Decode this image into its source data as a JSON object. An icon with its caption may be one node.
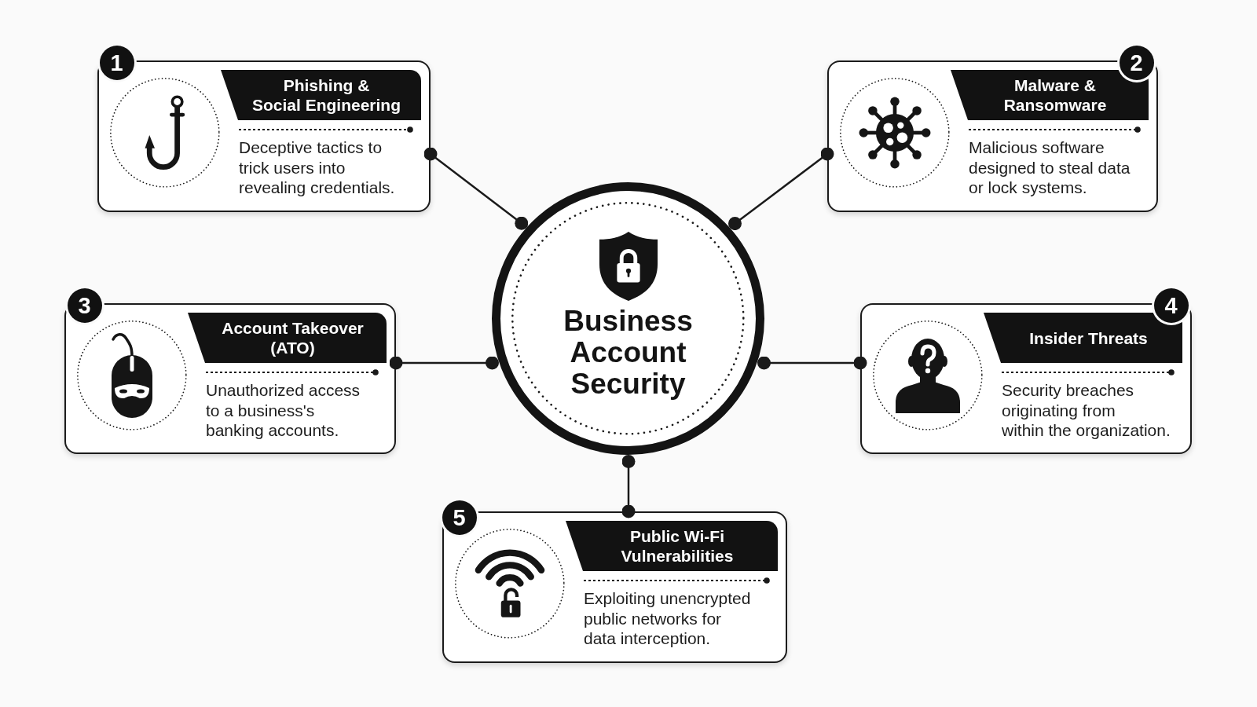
{
  "diagram": {
    "nodes": [
      {
        "text": [
          "Business Account Security"
        ]
      },
      {
        "text": [
          "1",
          "Phishing & Social Engineering",
          "Deceptive tactics to trick users into revealing credentials."
        ]
      },
      {
        "text": [
          "2",
          "Malware & Ransomware",
          "Malicious software designed to steal data or lock systems."
        ]
      },
      {
        "text": [
          "3",
          "Account Takeover (ATO)",
          "Unauthorized access to a business's banking accounts."
        ]
      },
      {
        "text": [
          "4",
          "Insider Threats",
          "Security breaches originating from within the organization."
        ]
      },
      {
        "text": [
          "5",
          "Public Wi-Fi Vulnerabilities",
          "Exploiting unencrypted public networks for data interception."
        ]
      }
    ],
    "edges": [
      {
        "from": 0,
        "to": 1,
        "arrow": "other"
      },
      {
        "from": 0,
        "to": 2,
        "arrow": "other"
      },
      {
        "from": 0,
        "to": 3,
        "arrow": "other"
      },
      {
        "from": 0,
        "to": 4,
        "arrow": "other"
      },
      {
        "from": 0,
        "to": 5,
        "arrow": "other"
      }
    ]
  }
}
